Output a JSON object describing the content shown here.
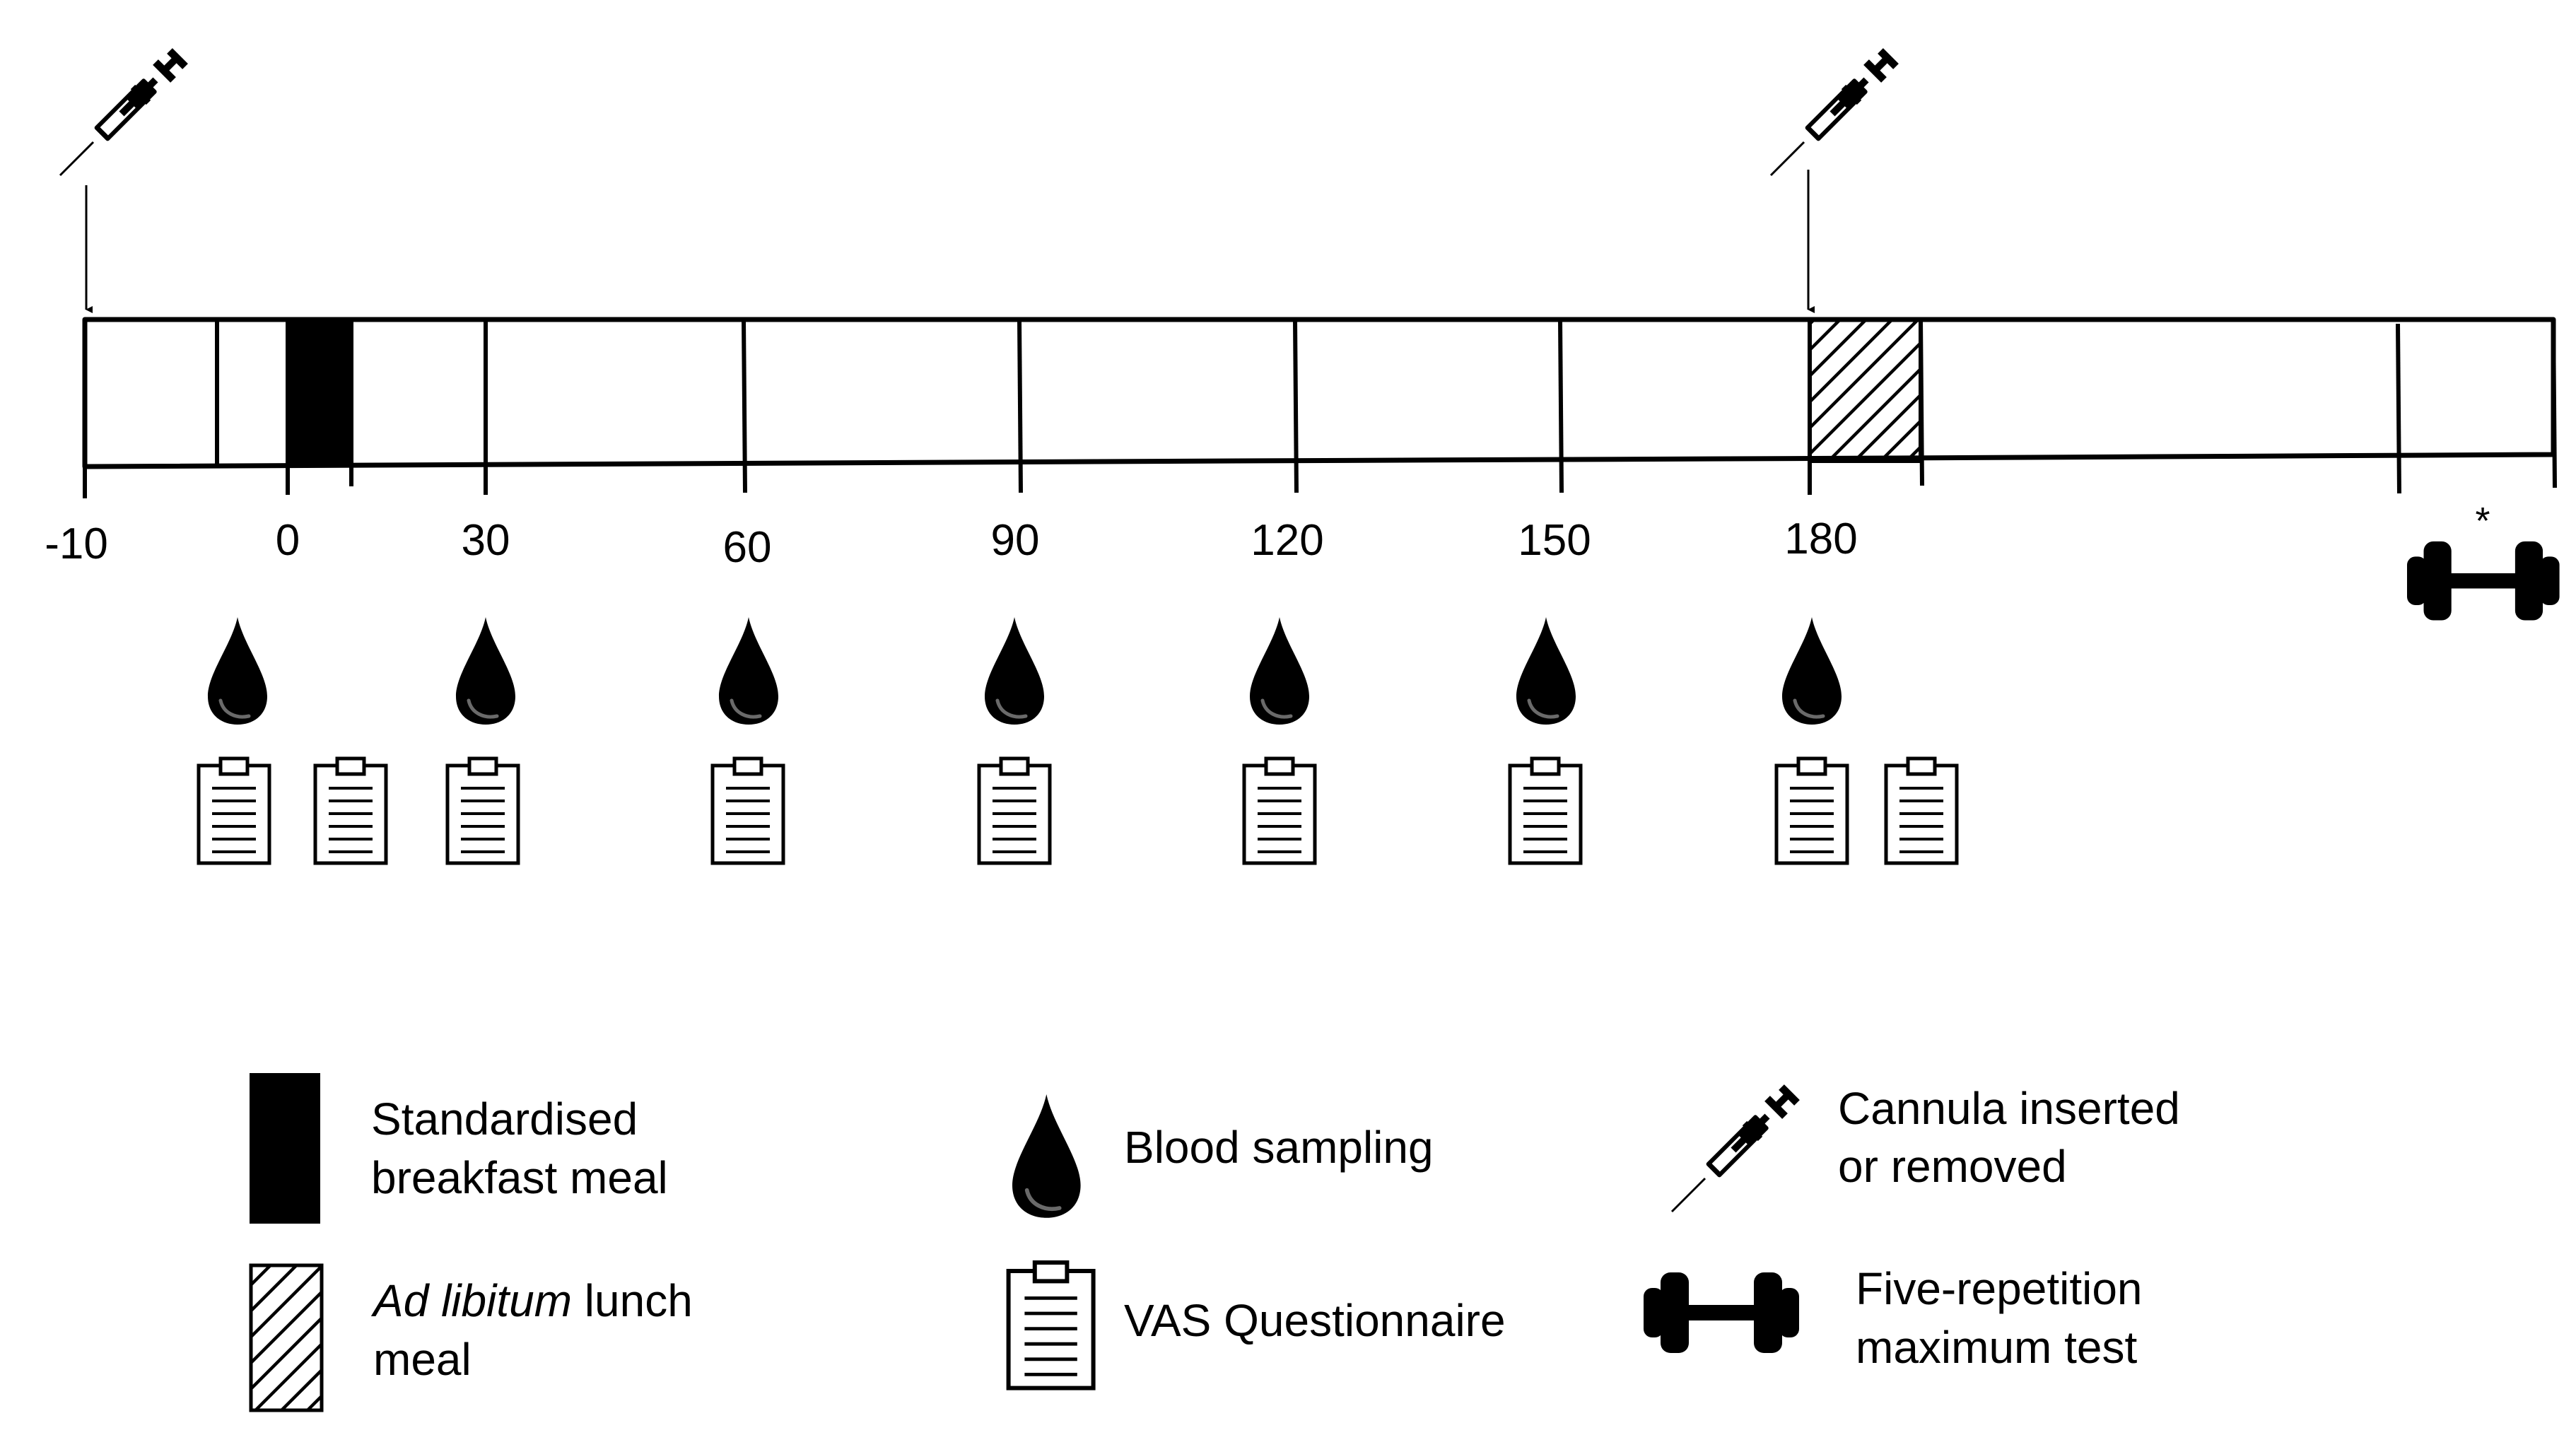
{
  "timeline": {
    "tick_labels": [
      "-10",
      "0",
      "30",
      "60",
      "90",
      "120",
      "150",
      "180"
    ],
    "asterisk": "*"
  },
  "legend": {
    "breakfast": {
      "line1": "Standardised",
      "line2": "breakfast meal"
    },
    "lunch": {
      "italic": "Ad libitum",
      "rest": " lunch",
      "line2": "meal"
    },
    "blood": {
      "label": "Blood sampling"
    },
    "vas": {
      "label": "VAS Questionnaire"
    },
    "cannula": {
      "line1": "Cannula inserted",
      "line2": "or removed"
    },
    "strength": {
      "line1": "Five-repetition",
      "line2": "maximum test"
    }
  },
  "icons": {
    "syringe": "syringe-icon",
    "blood_drop": "blood-drop-icon",
    "clipboard": "clipboard-icon",
    "dumbbell": "dumbbell-icon"
  },
  "colors": {
    "ink": "#000000",
    "paper": "#ffffff"
  }
}
